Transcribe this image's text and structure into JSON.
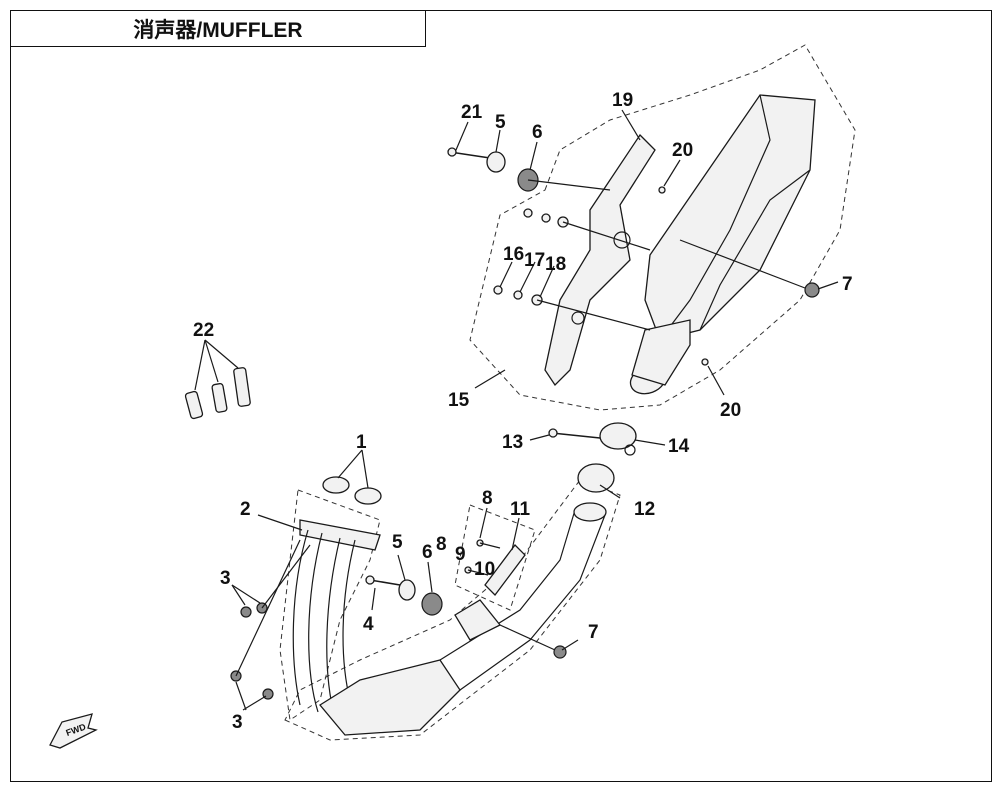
{
  "title": "消声器/MUFFLER",
  "labels": {
    "l1": "1",
    "l2": "2",
    "l3a": "3",
    "l3b": "3",
    "l4": "4",
    "l5a": "5",
    "l5b": "5",
    "l6a": "6",
    "l6b": "6",
    "l7a": "7",
    "l7b": "7",
    "l8a": "8",
    "l8b": "8",
    "l9": "9",
    "l10": "10",
    "l11": "11",
    "l12": "12",
    "l13": "13",
    "l14": "14",
    "l15": "15",
    "l16": "16",
    "l17": "17",
    "l18": "18",
    "l19": "19",
    "l20a": "20",
    "l20b": "20",
    "l21": "21",
    "l22": "22"
  },
  "fwd_mark": "FWD"
}
